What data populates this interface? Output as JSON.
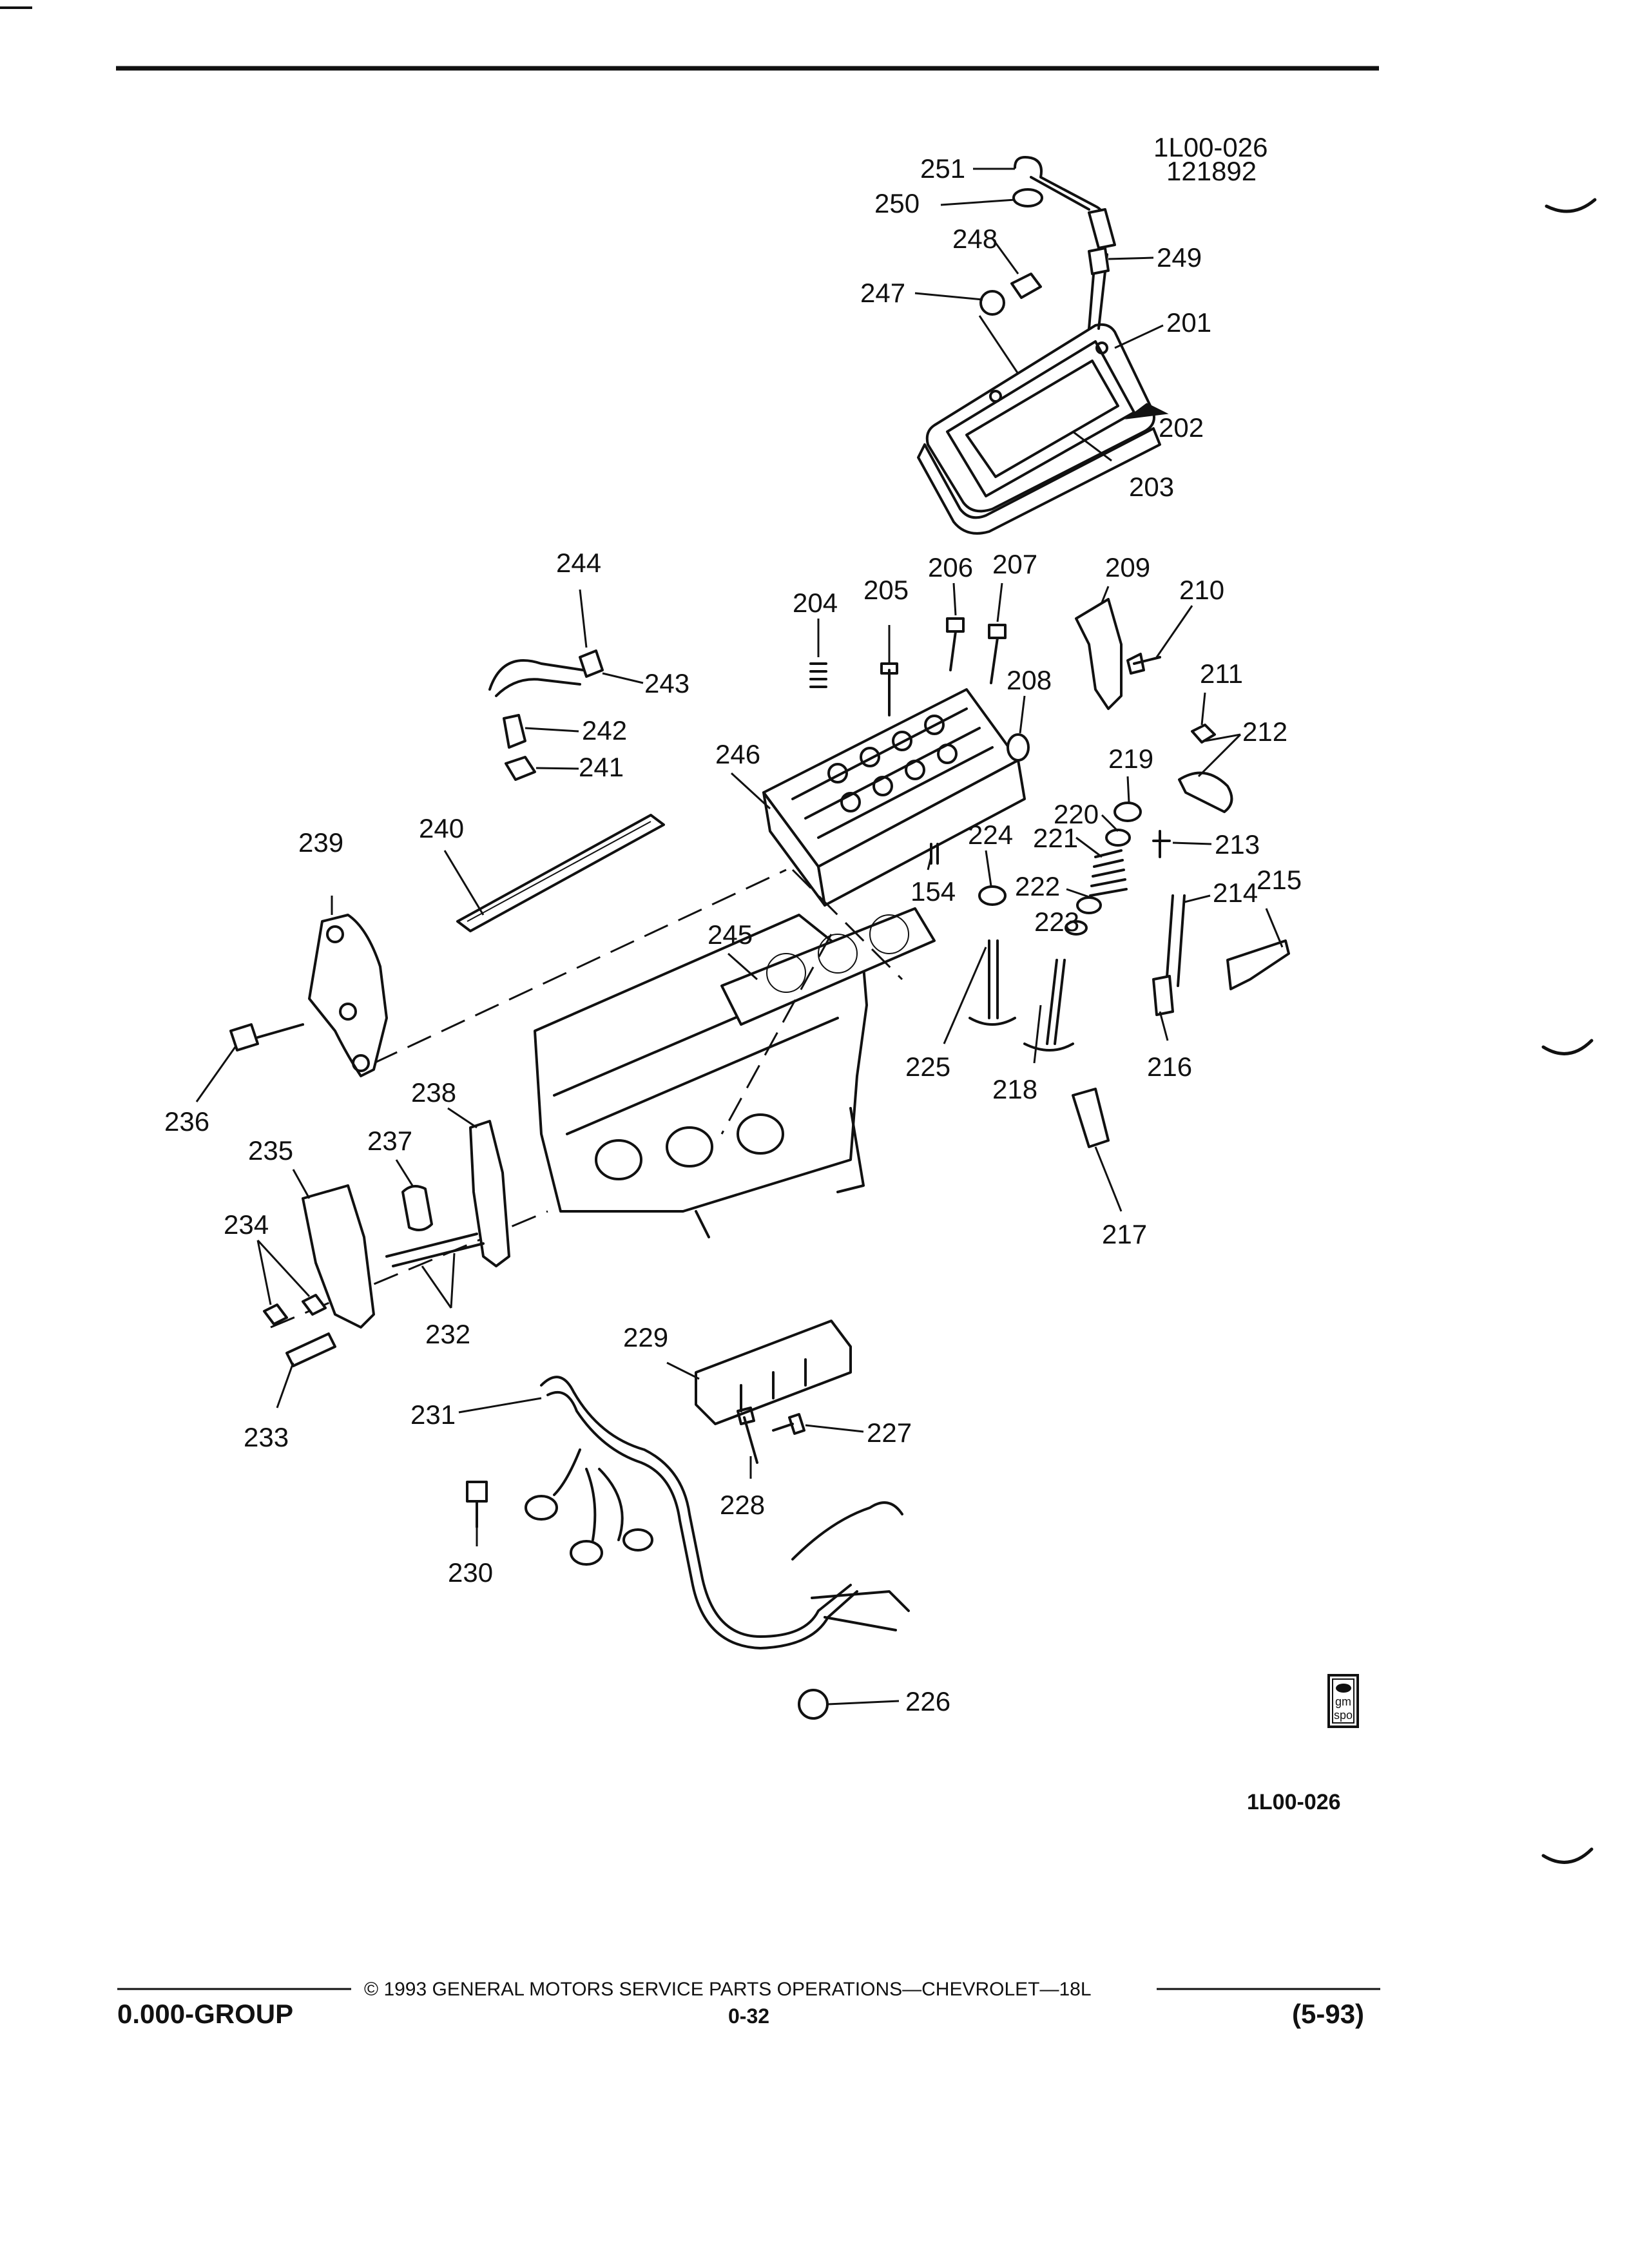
{
  "header": {
    "code": "1L00-026",
    "date": "121892"
  },
  "callouts": [
    {
      "id": "251",
      "label": "251"
    },
    {
      "id": "250",
      "label": "250"
    },
    {
      "id": "248",
      "label": "248"
    },
    {
      "id": "249",
      "label": "249"
    },
    {
      "id": "247",
      "label": "247"
    },
    {
      "id": "201",
      "label": "201"
    },
    {
      "id": "202",
      "label": "202"
    },
    {
      "id": "203",
      "label": "203"
    },
    {
      "id": "244",
      "label": "244"
    },
    {
      "id": "243",
      "label": "243"
    },
    {
      "id": "242",
      "label": "242"
    },
    {
      "id": "241",
      "label": "241"
    },
    {
      "id": "204",
      "label": "204"
    },
    {
      "id": "205",
      "label": "205"
    },
    {
      "id": "206",
      "label": "206"
    },
    {
      "id": "207",
      "label": "207"
    },
    {
      "id": "208",
      "label": "208"
    },
    {
      "id": "209",
      "label": "209"
    },
    {
      "id": "210",
      "label": "210"
    },
    {
      "id": "211",
      "label": "211"
    },
    {
      "id": "212",
      "label": "212"
    },
    {
      "id": "219",
      "label": "219"
    },
    {
      "id": "220",
      "label": "220"
    },
    {
      "id": "221",
      "label": "221"
    },
    {
      "id": "213",
      "label": "213"
    },
    {
      "id": "246",
      "label": "246"
    },
    {
      "id": "224",
      "label": "224"
    },
    {
      "id": "154",
      "label": "154"
    },
    {
      "id": "222",
      "label": "222"
    },
    {
      "id": "223",
      "label": "223"
    },
    {
      "id": "214",
      "label": "214"
    },
    {
      "id": "215",
      "label": "215"
    },
    {
      "id": "239",
      "label": "239"
    },
    {
      "id": "240",
      "label": "240"
    },
    {
      "id": "245",
      "label": "245"
    },
    {
      "id": "225",
      "label": "225"
    },
    {
      "id": "218",
      "label": "218"
    },
    {
      "id": "216",
      "label": "216"
    },
    {
      "id": "236",
      "label": "236"
    },
    {
      "id": "238",
      "label": "238"
    },
    {
      "id": "235",
      "label": "235"
    },
    {
      "id": "237",
      "label": "237"
    },
    {
      "id": "217",
      "label": "217"
    },
    {
      "id": "234",
      "label": "234"
    },
    {
      "id": "232",
      "label": "232"
    },
    {
      "id": "233",
      "label": "233"
    },
    {
      "id": "229",
      "label": "229"
    },
    {
      "id": "231",
      "label": "231"
    },
    {
      "id": "227",
      "label": "227"
    },
    {
      "id": "228",
      "label": "228"
    },
    {
      "id": "230",
      "label": "230"
    },
    {
      "id": "226",
      "label": "226"
    }
  ],
  "badge": {
    "line1": "gm",
    "line2": "spo"
  },
  "figure_code": "1L00-026",
  "footer": {
    "copyright": "© 1993 GENERAL MOTORS SERVICE PARTS OPERATIONS—CHEVROLET—18L",
    "group": "0.000-GROUP",
    "page": "0-32",
    "revision": "(5-93)"
  }
}
